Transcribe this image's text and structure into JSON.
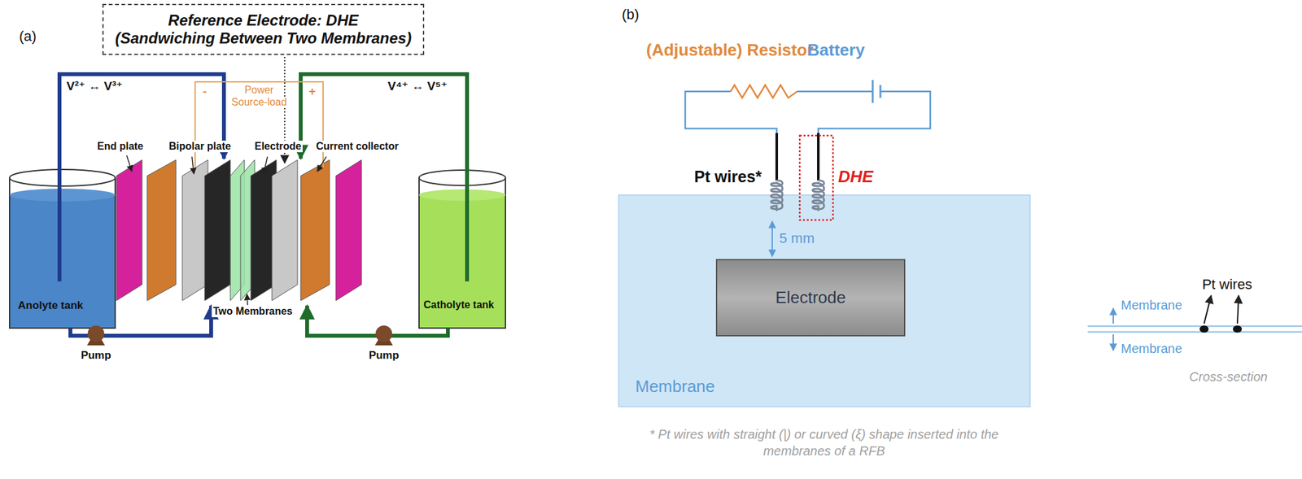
{
  "diagram": {
    "nodes": [
      {
        "text": [
          "Reference Electrode: DHE",
          "(Sandwiching Between Two Membranes)"
        ]
      },
      {
        "text": [
          "Membrane"
        ]
      },
      {
        "text": [
          "Electrode"
        ],
        "in": 1
      }
    ],
    "labels": [
      "(a)",
      "V²⁺ ↔ V³⁺",
      "V⁴⁺ ↔ V⁵⁺",
      "-",
      "Power",
      "Source-load",
      "+",
      "End plate",
      "Bipolar plate",
      "Electrode",
      "Current collector",
      "Two Membranes",
      "Anolyte tank",
      "Catholyte tank",
      "Pump",
      "Pump",
      "(b)",
      "(Adjustable) Resistor",
      "Battery",
      "Pt wires*",
      "DHE",
      "5 mm",
      "* Pt wires with straight (|) or curved (ξ) shape inserted into the membranes of a RFB",
      "Membrane",
      "Membrane",
      "Pt wires",
      "Cross-section"
    ]
  }
}
